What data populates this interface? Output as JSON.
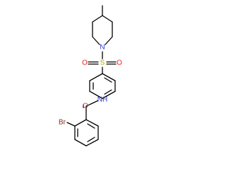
{
  "molecule": {
    "atoms": {
      "nitrogen_ring": {
        "text": "N",
        "color": "#2b3bd6"
      },
      "sulfur": {
        "text": "S",
        "color": "#b8a400"
      },
      "oxygen_left": {
        "text": "O",
        "color": "#e0241a"
      },
      "oxygen_right": {
        "text": "O",
        "color": "#e0241a"
      },
      "amide_nh": {
        "text": "NH",
        "color": "#2b3bd6"
      },
      "amide_oxygen": {
        "text": "O",
        "color": "#e0241a"
      },
      "bromine": {
        "text": "Br",
        "color": "#8b2a1c"
      }
    }
  }
}
